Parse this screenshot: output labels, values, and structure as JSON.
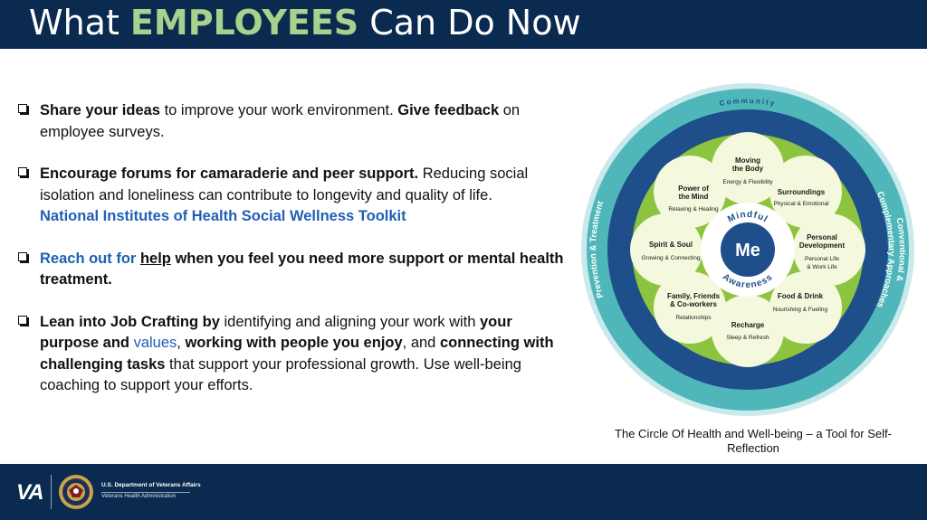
{
  "header": {
    "title_pre": "What ",
    "title_highlight": "EMPLOYEES",
    "title_post": " Can Do Now"
  },
  "bullets": {
    "b1": {
      "p1": "Share your ideas",
      "p2": " to improve your work environment. ",
      "p3": "Give feedback",
      "p4": " on employee surveys."
    },
    "b2": {
      "p1": "Encourage forums for camaraderie and peer support.",
      "p2": " Reducing social isolation and loneliness can contribute to longevity and quality of life.",
      "link": "National Institutes of Health Social Wellness Toolkit"
    },
    "b3": {
      "p1": "Reach out for ",
      "help": "help",
      "p2": " when you feel you need more support or mental health treatment."
    },
    "b4": {
      "p1": "Lean into Job Crafting by",
      "p2": " identifying and aligning your work with ",
      "p3": "your purpose and ",
      "values": "values",
      "p4": ", ",
      "p5": "working with people you enjoy",
      "p6": ", and ",
      "p7": "connecting with challenging tasks",
      "p8": " that support your professional growth. Use well-being coaching to support your efforts."
    }
  },
  "diagram": {
    "outer_top": "Community",
    "outer_left": "Prevention & Treatment",
    "outer_right_1": "Conventional &",
    "outer_right_2": "Complementary Approaches",
    "center": "Me",
    "mindful": "Mindful",
    "awareness": "Awareness",
    "petals": {
      "moving": {
        "t1": "Moving",
        "t2": "the Body",
        "sub1": "Energy & Flexibility"
      },
      "surroundings": {
        "t1": "Surroundings",
        "sub1": "Physical & Emotional"
      },
      "personal": {
        "t1": "Personal",
        "t2": "Development",
        "sub1": "Personal Life",
        "sub2": "& Work Life"
      },
      "food": {
        "t1": "Food & Drink",
        "sub1": "Nourishing & Fueling"
      },
      "recharge": {
        "t1": "Recharge",
        "sub1": "Sleep & Refresh"
      },
      "family": {
        "t1": "Family, Friends",
        "t2": "& Co-workers",
        "sub1": "Relationships"
      },
      "spirit": {
        "t1": "Spirit & Soul",
        "sub1": "Growing & Connecting"
      },
      "power": {
        "t1": "Power of",
        "t2": "the Mind",
        "sub1": "Relaxing & Healing"
      }
    },
    "caption": "The Circle Of Health and Well-being – a Tool for Self-Reflection"
  },
  "footer": {
    "logo": "VA",
    "dept": "U.S. Department of Veterans Affairs",
    "vha": "Veterans Health Administration"
  },
  "colors": {
    "navy": "#0b2a4f",
    "green_highlight": "#a9d18e",
    "link_blue": "#1f5fb5"
  }
}
